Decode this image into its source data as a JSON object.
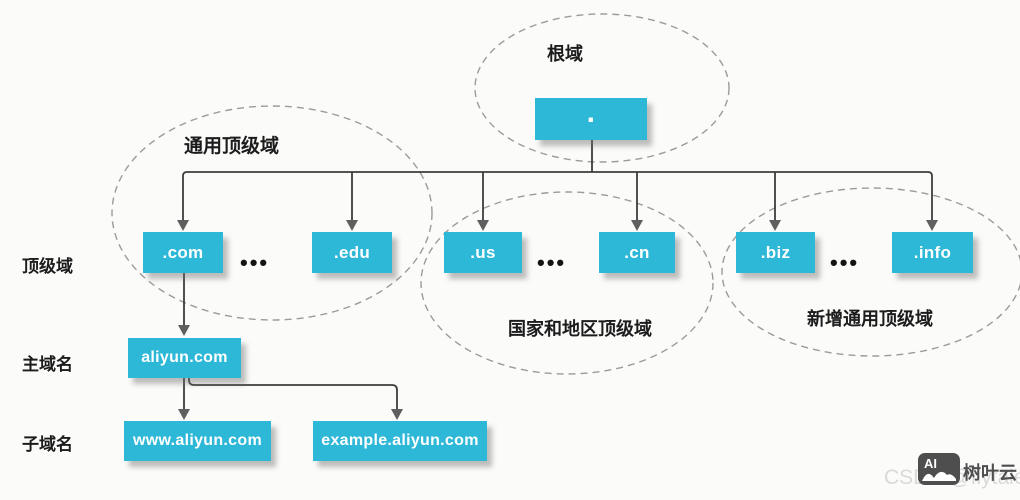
{
  "groups": {
    "root": {
      "label": "根域",
      "node": "."
    },
    "generic_tld": {
      "label": "通用顶级域",
      "node_left": ".com",
      "node_right": ".edu",
      "ellipsis": "•••"
    },
    "country_tld": {
      "label": "国家和地区顶级域",
      "node_left": ".us",
      "node_right": ".cn",
      "ellipsis": "•••"
    },
    "new_tld": {
      "label": "新增通用顶级域",
      "node_left": ".biz",
      "node_right": ".info",
      "ellipsis": "•••"
    }
  },
  "row_labels": {
    "tld": "顶级域",
    "main_domain": "主域名",
    "subdomain": "子域名"
  },
  "domain_nodes": {
    "main": "aliyun.com",
    "sub_www": "www.aliyun.com",
    "sub_example": "example.aliyun.com"
  },
  "watermark": {
    "csdn_text": "CSDN @flytalei",
    "logo_letters": "AI",
    "brand": "树叶云"
  },
  "colors": {
    "node_fill": "#2eb8d8",
    "node_text": "#ffffff",
    "connector": "#3d3d3d",
    "ellipse_stroke": "#9b9b9b",
    "label_text": "#1c1c1c",
    "watermark_gray": "#d9d9d9",
    "logo_gray": "#4e4e4e"
  }
}
